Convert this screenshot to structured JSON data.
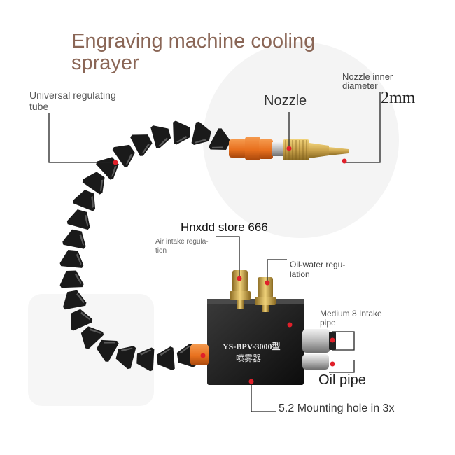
{
  "title": {
    "line1": "Engraving machine cooling",
    "line2": "sprayer"
  },
  "labels": {
    "universal_line1": "Universal regulating",
    "universal_line2": "tube",
    "nozzle": "Nozzle",
    "inner_line1": "Nozzle inner",
    "inner_line2": "diameter",
    "inner_value": "2mm",
    "store": "Hnxdd store 666",
    "air_line1": "Air intake regula-",
    "air_line2": "tion",
    "oilwater_line1": "Oil-water regu-",
    "oilwater_line2": "lation",
    "medium_line1": "Medium 8 Intake",
    "medium_line2": "pipe",
    "oil_pipe": "Oil pipe",
    "mounting": "5.2 Mounting hole in 3x"
  },
  "body_marking": {
    "model": "YS-BPV-3000型",
    "name": "喷雾器"
  },
  "colors": {
    "title": "#8a6656",
    "tube": "#1a1a1a",
    "orange": "#e8701e",
    "brass": "#c9a24a",
    "marker": "#e0202a"
  }
}
